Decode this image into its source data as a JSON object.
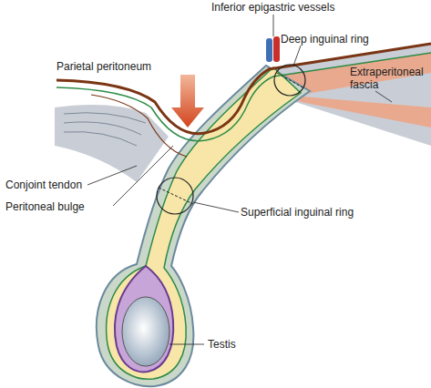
{
  "diagram": {
    "labels": [
      "Inferior epigastric vessels",
      "Deep inguinal ring",
      "Parietal peritoneum",
      "Extraperitoneal fascia",
      "Conjoint tendon",
      "Peritoneal bulge",
      "Superficial inguinal ring",
      "Testis"
    ]
  }
}
